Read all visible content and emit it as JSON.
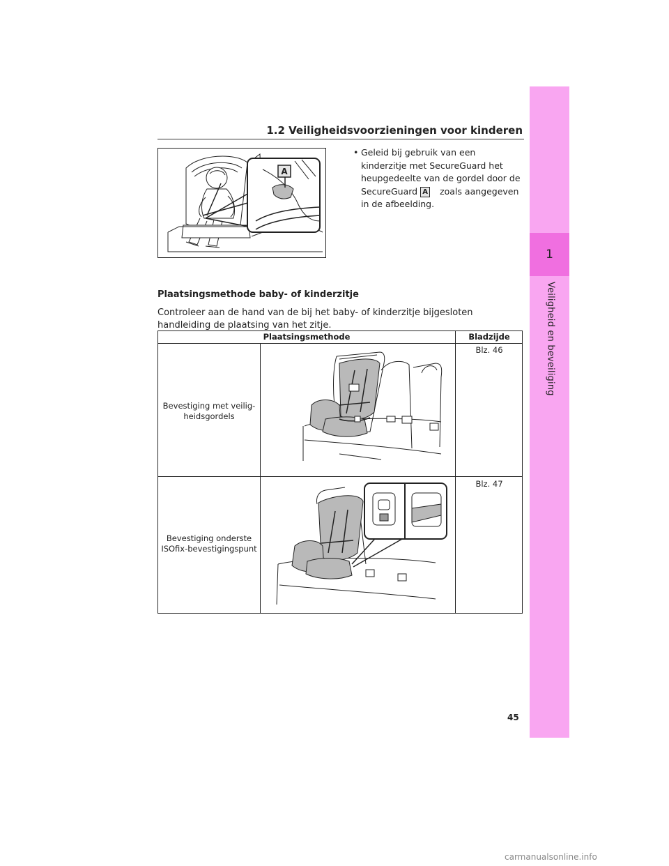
{
  "header": {
    "title": "1.2 Veiligheidsvoorzieningen voor kinderen"
  },
  "side_tab": {
    "chapter_number": "1",
    "label": "Veiligheid en beveiliging"
  },
  "figure_top": {
    "callout_letter": "A"
  },
  "bullet": {
    "marker": "•",
    "text_before": "Geleid bij gebruik van een kinderzitje met SecureGuard het heupgedeelte van de gordel door de SecureGuard",
    "callout_letter": "A",
    "text_after": "zoals aangegeven in de afbeelding."
  },
  "section": {
    "heading": "Plaatsingsmethode baby- of kinderzitje",
    "intro": "Controleer aan de hand van de bij het baby- of kinderzitje bijgesloten handleiding de plaatsing van het zitje."
  },
  "table": {
    "headers": {
      "method": "Plaatsingsmethode",
      "page": "Bladzijde"
    },
    "rows": [
      {
        "method": "Bevestiging met veilig-heidsgordels",
        "page": "Blz. 46"
      },
      {
        "method": "Bevestiging onderste ISOfix-bevestigingspunt",
        "page": "Blz. 47"
      }
    ]
  },
  "footer": {
    "page_number": "45",
    "watermark": "carmanualsonline.info"
  },
  "colors": {
    "side_tab": "#f9a6f1",
    "side_tab_active": "#f06fe0",
    "seat_fill": "#b9b9b9"
  }
}
